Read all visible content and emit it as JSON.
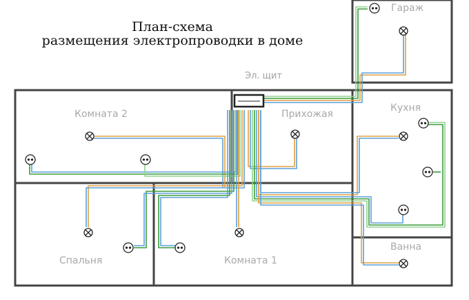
{
  "title": {
    "line1": "План-схема",
    "line2": "размещения электропроводки в доме"
  },
  "panel_label": "Эл. щит",
  "rooms": {
    "garage": "Гараж",
    "room2": "Комната 2",
    "hallway": "Прихожая",
    "kitchen": "Кухня",
    "bedroom": "Спальня",
    "room1": "Комната 1",
    "bath": "Ванна"
  },
  "colors": {
    "wall": "#444444",
    "wire_orange": "#e0a040",
    "wire_blue": "#5aa0d8",
    "wire_green": "#3c9a3c",
    "wire_lightgreen": "#8ed28e",
    "room_label": "#a8a8a8"
  },
  "icons": [
    "lamp-icon",
    "socket-icon",
    "panel-icon"
  ]
}
